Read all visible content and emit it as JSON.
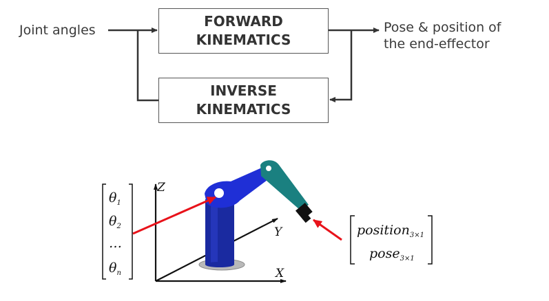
{
  "inputs": {
    "joint_angles": "Joint angles"
  },
  "outputs": {
    "line1": "Pose & position of",
    "line2": "the end-effector"
  },
  "forward_box": {
    "line1": "FORWARD",
    "line2": "KINEMATICS"
  },
  "inverse_box": {
    "line1": "INVERSE",
    "line2": "KINEMATICS"
  },
  "axes": {
    "x": "X",
    "y": "Y",
    "z": "Z"
  },
  "joint_vector": [
    {
      "sym": "θ",
      "sub": "1"
    },
    {
      "sym": "θ",
      "sub": "2"
    },
    {
      "sym": "…",
      "sub": ""
    },
    {
      "sym": "θ",
      "sub": "n"
    }
  ],
  "endeffector_vector": [
    {
      "sym": "position",
      "sub": "3×1"
    },
    {
      "sym": "pose",
      "sub": "3×1"
    }
  ],
  "colors": {
    "arm_blue": "#1f2fd6",
    "base_blue": "#1a2aa0",
    "link_teal": "#1a8080",
    "pointer_red": "#e8121a"
  }
}
